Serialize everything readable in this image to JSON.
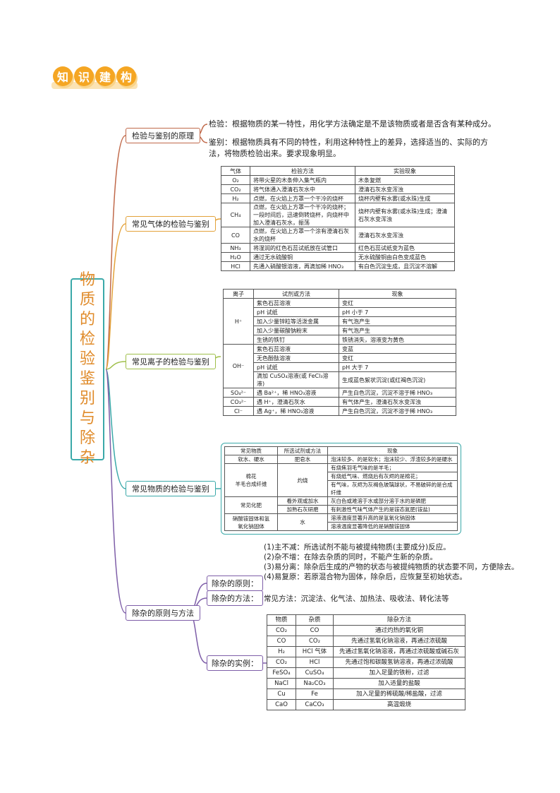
{
  "header": {
    "chars": [
      "知",
      "识",
      "建",
      "构"
    ]
  },
  "root": {
    "chars": [
      "物",
      "质",
      "的",
      "检",
      "验",
      "鉴",
      "别",
      "与",
      "除",
      "杂"
    ]
  },
  "branches": {
    "b1": "检验与鉴别的原理",
    "b2": "常见气体的检验与鉴别",
    "b3": "常见离子的检验与鉴别",
    "b4": "常见物质的检验与鉴别",
    "b5": "除杂的原则与方法"
  },
  "principle": {
    "p1": "检验：根据物质的某一特性，用化学方法确定是不是该物质或者是否含有某种成分。",
    "p2a": "鉴别：根据物质具有不同的特性，利用这种特性上的差异，选择适当的、实际的方",
    "p2b": "法，将物质检验出来。要求现象明显。"
  },
  "gas_table": {
    "headers": [
      "气体",
      "检验方法",
      "实验现象"
    ],
    "rows": [
      [
        "O₂",
        "将带火星的木条伸入集气瓶内",
        "木条复燃"
      ],
      [
        "CO₂",
        "将气体通入澄清石灰水中",
        "澄清石灰水变浑浊"
      ],
      [
        "H₂",
        "点燃，在火焰上方罩一个干冷的烧杯",
        "烧杯内壁有水雾(或水珠)生成"
      ],
      [
        "CH₄",
        "点燃，在火焰上方罩一个干冷的烧杯；一段时间后，迅速倒转烧杯，向烧杯中加入澄清石灰水，振荡",
        "烧杯内壁有水雾(或水珠)生成；澄清石灰水变浑浊"
      ],
      [
        "CO",
        "点燃，在火焰上方罩一个涂有澄清石灰水的烧杯",
        "澄清石灰水变浑浊"
      ],
      [
        "NH₃",
        "将湿润的红色石蕊试纸放在试管口",
        "红色石蕊试纸变为蓝色"
      ],
      [
        "H₂O",
        "通过无水硫酸铜",
        "无水硫酸铜由白色变成蓝色"
      ],
      [
        "HCl",
        "先通入硝酸银溶液，再滴加稀 HNO₃",
        "有白色沉淀生成，且沉淀不溶解"
      ]
    ]
  },
  "ion_table": {
    "headers": [
      "离子",
      "试剂或方法",
      "现象"
    ],
    "h_ion": "H⁺",
    "h_rows": [
      [
        "紫色石蕊溶液",
        "变红"
      ],
      [
        "pH 试纸",
        "pH 小于 7"
      ],
      [
        "加入少量锌粒等活泼金属",
        "有气泡产生"
      ],
      [
        "加入少量碳酸钠粉末",
        "有气泡产生"
      ],
      [
        "生锈的铁钉",
        "铁锈消失，溶液变为黄色"
      ]
    ],
    "oh_ion": "OH⁻",
    "oh_rows": [
      [
        "紫色石蕊溶液",
        "变蓝"
      ],
      [
        "无色酚酞溶液",
        "变红"
      ],
      [
        "pH 试纸",
        "pH 大于 7"
      ],
      [
        "滴加 CuSO₄溶液(或 FeCl₃溶液)",
        "生成蓝色絮状沉淀(或红褐色沉淀)"
      ]
    ],
    "other_rows": [
      [
        "SO₄²⁻",
        "遇 Ba²⁺，稀 HNO₃溶液",
        "产生白色沉淀，沉淀不溶于稀 HNO₃"
      ],
      [
        "CO₃²⁻",
        "遇 H⁺，澄清石灰水",
        "有气体产生，澄清石灰水变浑浊"
      ],
      [
        "Cl⁻",
        "遇 Ag⁺，稀 HNO₃溶液",
        "产生白色沉淀，沉淀不溶于稀 HNO₃"
      ]
    ]
  },
  "substance_table": {
    "headers": [
      "常见物质",
      "所选试剂或方法",
      "现象"
    ],
    "r1": [
      "软水、硬水",
      "肥皂水",
      "泡沫较多、的是软水；泡沫较少、浮渣较多的是硬水"
    ],
    "r2_name_a": "棉花",
    "r2_name_b": "羊毛合成纤维",
    "r2_method": "灼烧",
    "r2_obs": [
      "有烧焦羽毛气味的是羊毛；",
      "有烧纸气味、燃烧后有灰烬的是棉花；",
      "有气味，灰烬为灰褐色玻璃球状，不易破碎的是合成纤维"
    ],
    "r3_name": "常见化肥",
    "r3_rows": [
      [
        "看外观或加水",
        "灰白色或难溶于水或部分溶于水的是磷肥"
      ],
      [
        "加熟石灰研磨",
        "有刺激性气味气体产生的是铵态氮肥(铵盐)"
      ]
    ],
    "r4_name_a": "硝酸铵固体和氢",
    "r4_name_b": "氧化钠固体",
    "r4_method": "水",
    "r4_obs": [
      "溶液温度显著升高的是氢氧化钠固体",
      "溶液温度显著降低的是硝酸铵固体"
    ]
  },
  "removal": {
    "s1": "除杂的原则：",
    "s2": "除杂的方法：",
    "s3": "除杂的实例：",
    "rules": [
      "(1)主不减：所选试剂不能与被提纯物质(主要成分)反应。",
      "(2)杂不增：在除去杂质的同时，不能产生新的杂质。",
      "(3)易分离：除杂后生成的产物的状态与被提纯物质的状态要不同，方便除去。",
      "(4)易复原：若原混合物为固体，除杂后，应恢复至初始状态。"
    ],
    "methods": "常见方法：沉淀法、化气法、加热法、吸收法、转化法等"
  },
  "removal_table": {
    "headers": [
      "物质",
      "杂质",
      "除杂方法"
    ],
    "rows": [
      [
        "CO₂",
        "CO",
        "通过灼热的氧化铜"
      ],
      [
        "CO",
        "CO₂",
        "先通过氢氧化钠溶液，再通过浓硫酸"
      ],
      [
        "H₂",
        "HCl 气体",
        "先通过氢氧化钠溶液，再通过浓硫酸或碱石灰"
      ],
      [
        "CO₂",
        "HCl",
        "先通过饱和碳酸氢钠溶液，再通过浓硫酸"
      ],
      [
        "FeSO₄",
        "CuSO₄",
        "加入足量的铁粉，过滤"
      ],
      [
        "NaCl",
        "Na₂CO₃",
        "加入适量的盐酸"
      ],
      [
        "Cu",
        "Fe",
        "加入足量的稀硫酸/稀盐酸，过滤"
      ],
      [
        "CaO",
        "CaCO₃",
        "高温煅烧"
      ]
    ]
  }
}
